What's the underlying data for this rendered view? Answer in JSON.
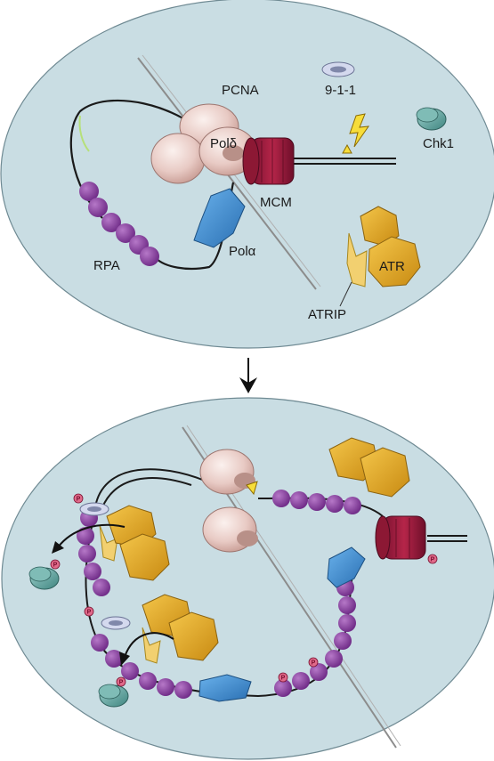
{
  "diagram": {
    "top_panel": {
      "labels": {
        "pcna": "PCNA",
        "nine_one_one": "9-1-1",
        "chk1": "Chk1",
        "pol_delta": "Polδ",
        "mcm": "MCM",
        "rpa": "RPA",
        "pol_alpha": "Polα",
        "atr": "ATR",
        "atrip": "ATRIP"
      }
    },
    "bottom_panel": {
      "phospho_label": "P"
    },
    "colors": {
      "nucleus_fill": "#c9dde3",
      "pcna": "#e8c9c3",
      "mcm": "#9b1b3c",
      "rpa": "#8a3ea0",
      "pol_alpha": "#3f8fd2",
      "atr": "#e0a82a",
      "atrip": "#f2d070",
      "chk1": "#6aa8a8",
      "nine_one_one": "#b8c0e0",
      "phospho": "#e06a8a"
    }
  }
}
